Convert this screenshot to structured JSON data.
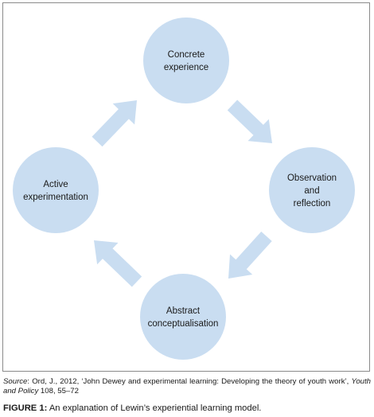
{
  "colors": {
    "node_fill": "#c9ddf1",
    "arrow_fill": "#c9ddf1",
    "frame_border": "#8a8a8a"
  },
  "diagram": {
    "nodes": [
      {
        "id": "concrete",
        "lines": [
          "Concrete",
          "experience"
        ]
      },
      {
        "id": "observation",
        "lines": [
          "Observation",
          "and",
          "reflection"
        ]
      },
      {
        "id": "abstract",
        "lines": [
          "Abstract",
          "conceptualisation"
        ]
      },
      {
        "id": "active",
        "lines": [
          "Active",
          "experimentation"
        ]
      }
    ],
    "edges": [
      {
        "from": "concrete",
        "to": "observation"
      },
      {
        "from": "observation",
        "to": "abstract"
      },
      {
        "from": "abstract",
        "to": "active"
      },
      {
        "from": "active",
        "to": "concrete"
      }
    ]
  },
  "source": {
    "label": "Source",
    "text_before_journal": ": Ord, J., 2012, ‘John Dewey and experimental learning: Developing the theory of youth work’, ",
    "journal": "Youth and Policy",
    "text_after_journal": " 108, 55–72"
  },
  "caption": {
    "label": "FIGURE 1:",
    "text": " An explanation of Lewin’s experiential learning model."
  }
}
